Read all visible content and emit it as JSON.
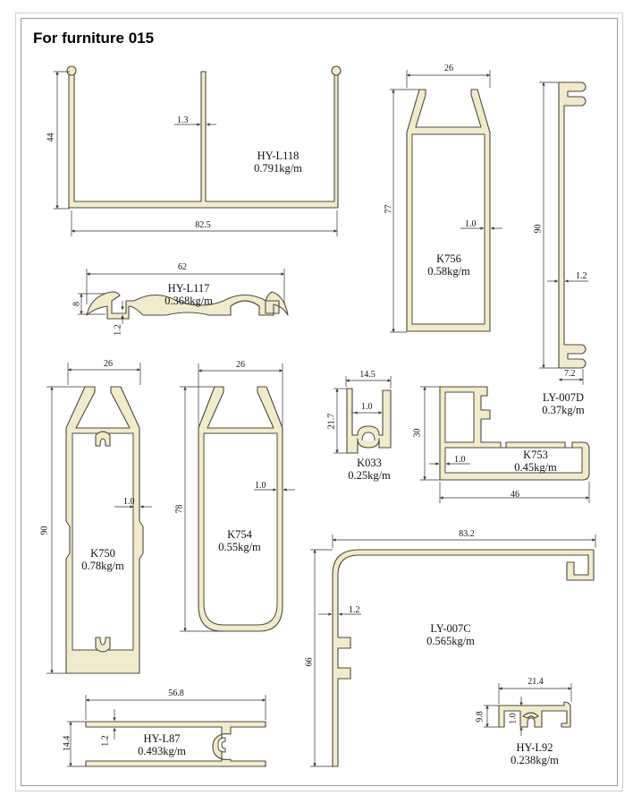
{
  "title": "For furniture 015",
  "profiles": {
    "hy_l118": {
      "code": "HY-L118",
      "weight": "0.791kg/m",
      "dims": {
        "width": "82.5",
        "height": "44",
        "wall": "1.3"
      }
    },
    "hy_l117": {
      "code": "HY-L117",
      "weight": "0.368kg/m",
      "dims": {
        "width": "62",
        "height": "8",
        "wall": "1.2"
      }
    },
    "k756": {
      "code": "K756",
      "weight": "0.58kg/m",
      "dims": {
        "width": "26",
        "height": "77",
        "wall": "1.0"
      }
    },
    "ly_007d": {
      "code": "LY-007D",
      "weight": "0.37kg/m",
      "dims": {
        "height": "90",
        "wall": "1.2",
        "foot": "7.2"
      }
    },
    "k750": {
      "code": "K750",
      "weight": "0.78kg/m",
      "dims": {
        "width": "26",
        "height": "90",
        "wall": "1.0"
      }
    },
    "k754": {
      "code": "K754",
      "weight": "0.55kg/m",
      "dims": {
        "width": "26",
        "height": "78",
        "wall": "1.0"
      }
    },
    "k033": {
      "code": "K033",
      "weight": "0.25kg/m",
      "dims": {
        "width": "14.5",
        "height": "21.7",
        "wall": "1.0"
      }
    },
    "k753": {
      "code": "K753",
      "weight": "0.45kg/m",
      "dims": {
        "width": "46",
        "height": "30",
        "wall": "1.0"
      }
    },
    "ly_007c": {
      "code": "LY-007C",
      "weight": "0.565kg/m",
      "dims": {
        "width": "83.2",
        "height": "66",
        "wall": "1.2"
      }
    },
    "hy_l87": {
      "code": "HY-L87",
      "weight": "0.493kg/m",
      "dims": {
        "width": "56.8",
        "height": "14.4",
        "wall": "1.2"
      }
    },
    "hy_l92": {
      "code": "HY-L92",
      "weight": "0.238kg/m",
      "dims": {
        "width": "21.4",
        "height": "9.8",
        "wall": "1.0"
      }
    }
  }
}
